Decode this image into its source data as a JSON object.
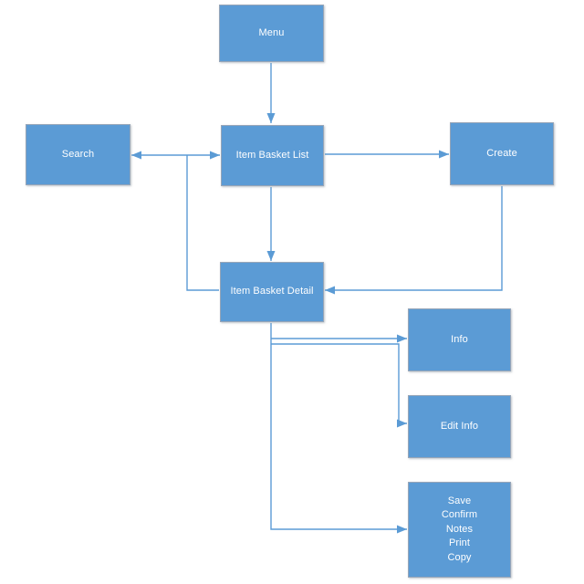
{
  "diagram": {
    "type": "flowchart",
    "nodes": {
      "menu": {
        "label": "Menu"
      },
      "search": {
        "label": "Search"
      },
      "item_basket_list": {
        "label": "Item Basket List"
      },
      "create": {
        "label": "Create"
      },
      "item_basket_detail": {
        "label": "Item Basket Detail"
      },
      "info": {
        "label": "Info"
      },
      "edit_info": {
        "label": "Edit Info"
      },
      "actions": {
        "label": "Save\nConfirm\nNotes\nPrint\nCopy"
      }
    },
    "edges": [
      {
        "from": "Menu",
        "to": "Item Basket List",
        "arrow": "end"
      },
      {
        "from": "Item Basket List",
        "to": "Search",
        "arrow": "both"
      },
      {
        "from": "Item Basket List",
        "to": "Create",
        "arrow": "end"
      },
      {
        "from": "Item Basket List",
        "to": "Item Basket Detail",
        "arrow": "end"
      },
      {
        "from": "Create",
        "to": "Item Basket Detail",
        "arrow": "end"
      },
      {
        "from": "Search-List link",
        "to": "Item Basket Detail",
        "arrow": "none"
      },
      {
        "from": "Item Basket Detail",
        "to": "Info",
        "arrow": "end"
      },
      {
        "from": "Item Basket Detail",
        "to": "Edit Info",
        "arrow": "end"
      },
      {
        "from": "Item Basket Detail",
        "to": "Save Confirm Notes Print Copy",
        "arrow": "end"
      }
    ],
    "colors": {
      "node_fill": "#5b9bd5",
      "node_border": "#96a5b8",
      "node_text": "#ffffff",
      "connector": "#5b9bd5",
      "background": "#ffffff"
    }
  }
}
